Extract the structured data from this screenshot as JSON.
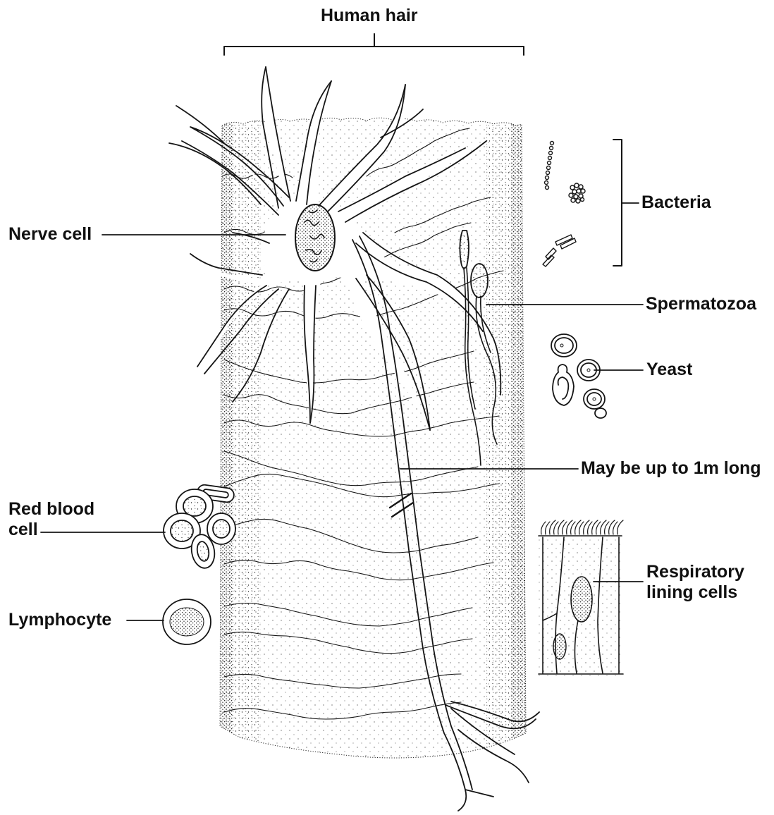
{
  "labels": {
    "human_hair": "Human hair",
    "bacteria": "Bacteria",
    "nerve_cell": "Nerve cell",
    "spermatozoa": "Spermatozoa",
    "yeast": "Yeast",
    "axon_length": "May be up to 1m long",
    "red_blood_cell_line1": "Red blood",
    "red_blood_cell_line2": "cell",
    "respiratory_line1": "Respiratory",
    "respiratory_line2": "lining cells",
    "lymphocyte": "Lymphocyte"
  },
  "colors": {
    "ink": "#151515",
    "stipple": "#2a2a2a",
    "background": "#ffffff"
  }
}
